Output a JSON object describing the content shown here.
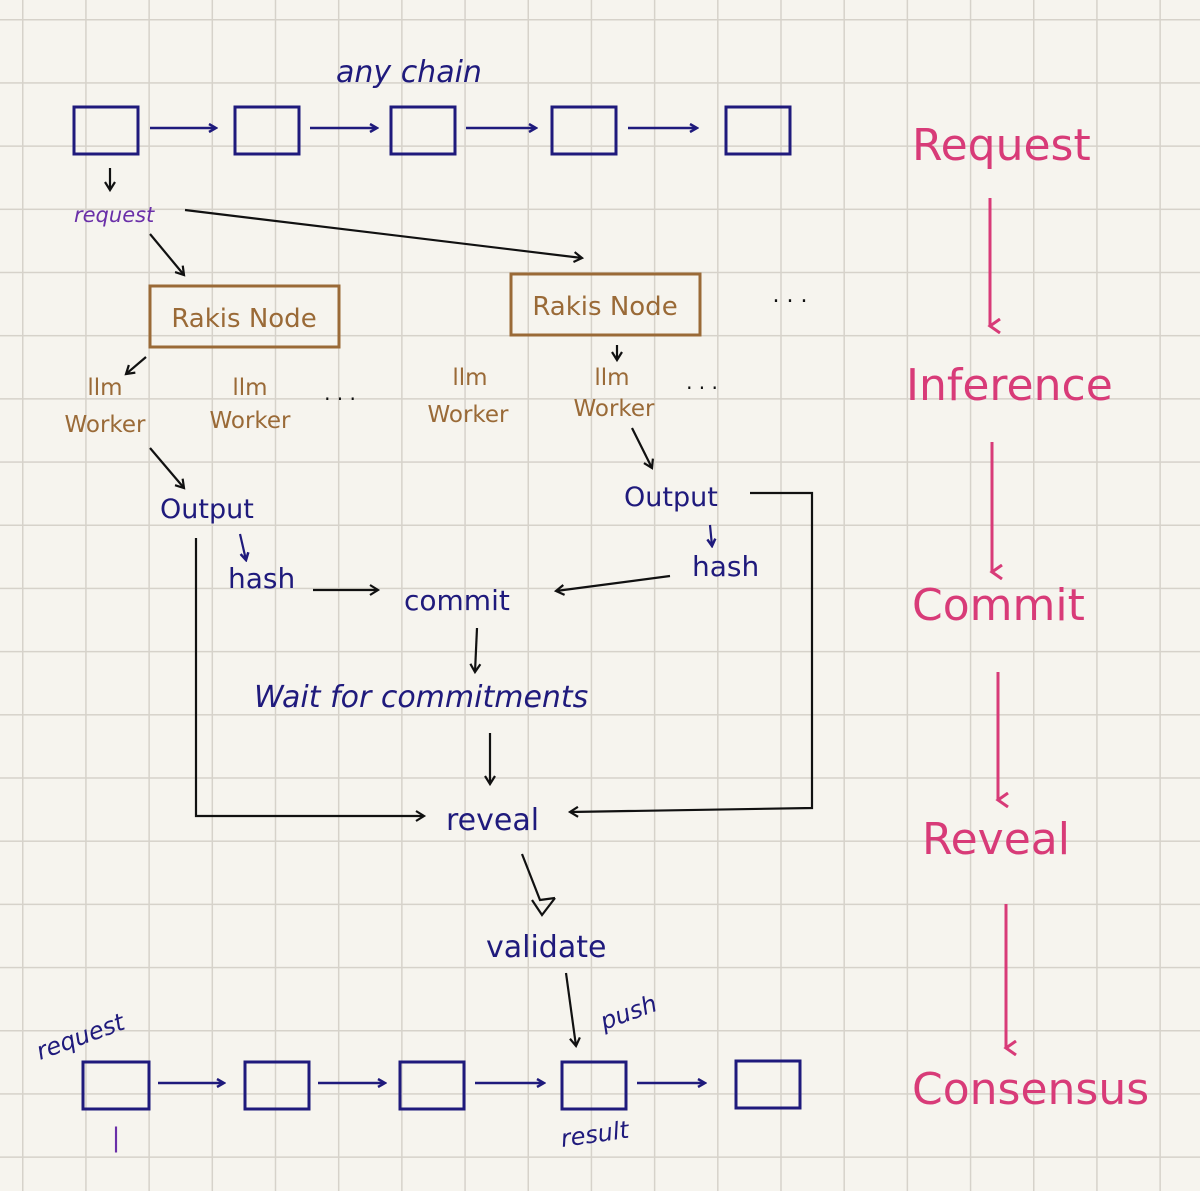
{
  "colors": {
    "paper": "#f6f4ee",
    "grid": "#d6d2ca",
    "chain": "#1f1a7c",
    "request_label": "#6a2fa8",
    "node": "#9a6a37",
    "stage": "#d83b78",
    "connector": "#111111"
  },
  "top_chain": {
    "title": "any chain",
    "block_count": 5,
    "request_label": "request"
  },
  "nodes": [
    {
      "label": "Rakis Node",
      "workers": [
        "llm\nWorker",
        "llm\nWorker"
      ],
      "more": ". . ."
    },
    {
      "label": "Rakis Node",
      "workers": [
        "llm\nWorker",
        "llm\nWorker"
      ],
      "more": ". . ."
    }
  ],
  "more_nodes": ". . .",
  "flow": {
    "output_left": "Output",
    "hash_left": "hash",
    "output_right": "Output",
    "hash_right": "hash",
    "commit": "commit",
    "wait": "Wait for commitments",
    "reveal": "reveal",
    "validate": "validate",
    "push": "push"
  },
  "bottom_chain": {
    "block_count": 5,
    "request_label": "request",
    "request_marker": "|",
    "result_label": "result"
  },
  "stages": [
    "Request",
    "Inference",
    "Commit",
    "Reveal",
    "Consensus"
  ]
}
